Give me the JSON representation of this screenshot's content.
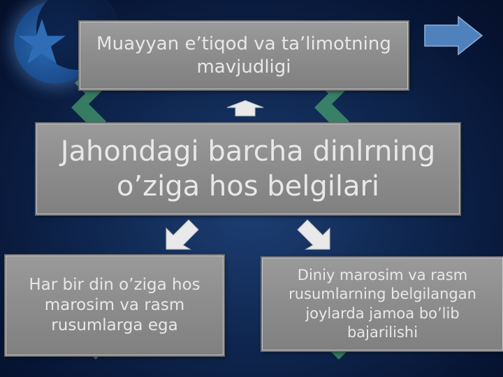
{
  "diagram": {
    "top_box": {
      "text": "Muayyan e’tiqod va ta’limotning mavjudligi"
    },
    "center_box": {
      "text": "Jahondagi barcha dinlrning o’ziga hos belgilari"
    },
    "left_box": {
      "text": "Har bir din o’ziga hos marosim va rasm rusumlarga ega"
    },
    "right_box": {
      "text": "Diniy marosim va rasm rusumlarning belgilangan joylarda jamoa bo’lib bajarilishi"
    }
  },
  "decor": {
    "moon_icon": "crescent-moon-icon",
    "star_icon": "star-icon",
    "next_arrow_icon": "arrow-right-icon",
    "watermark_icon": "soft-watermark-icon"
  },
  "colors": {
    "background": "#0f2750",
    "box_fill": "#8c8c8c",
    "box_text": "#e8e8e8",
    "connector": "#e9e9e9",
    "arrow_fill": "#4f81bd",
    "star_fill": "#2f6db6",
    "watermark": "#5ac77a"
  }
}
